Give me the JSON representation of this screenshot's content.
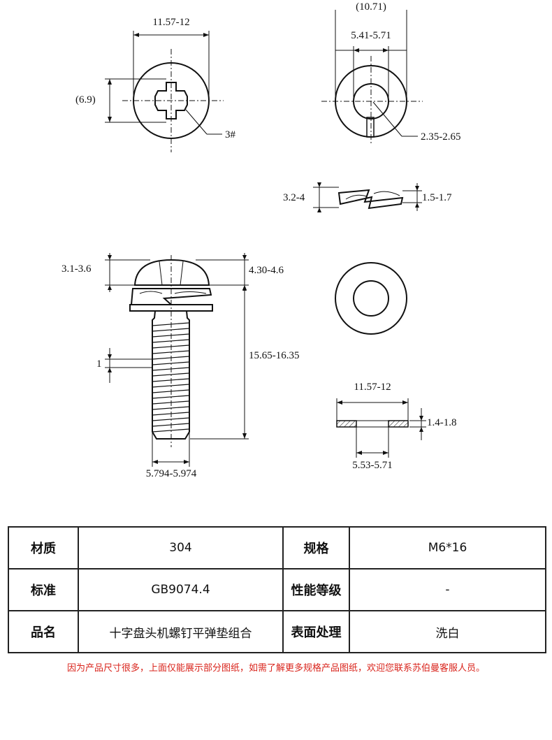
{
  "dims": {
    "head_dia": "11.57-12",
    "cross_width": "(6.9)",
    "driver_size": "3#",
    "spring_od": "(10.71)",
    "spring_id": "5.41-5.71",
    "spring_section": "2.35-2.65",
    "spring_free_height": "3.2-4",
    "spring_thickness": "1.5-1.7",
    "head_height": "3.1-3.6",
    "head_total": "4.30-4.6",
    "thread_length": "15.65-16.35",
    "pitch": "1",
    "thread_dia": "5.794-5.974",
    "washer_od": "11.57-12",
    "washer_thickness": "1.4-1.8",
    "washer_id": "5.53-5.71"
  },
  "specs": {
    "material_label": "材质",
    "material_value": "304",
    "spec_label": "规格",
    "spec_value": "M6*16",
    "standard_label": "标准",
    "standard_value": "GB9074.4",
    "grade_label": "性能等级",
    "grade_value": "-",
    "name_label": "品名",
    "name_value": "十字盘头机螺钉平弹垫组合",
    "surface_label": "表面处理",
    "surface_value": "洗白"
  },
  "note": "因为产品尺寸很多，上面仅能展示部分图纸，如需了解更多规格产品图纸，欢迎您联系苏伯曼客服人员。"
}
